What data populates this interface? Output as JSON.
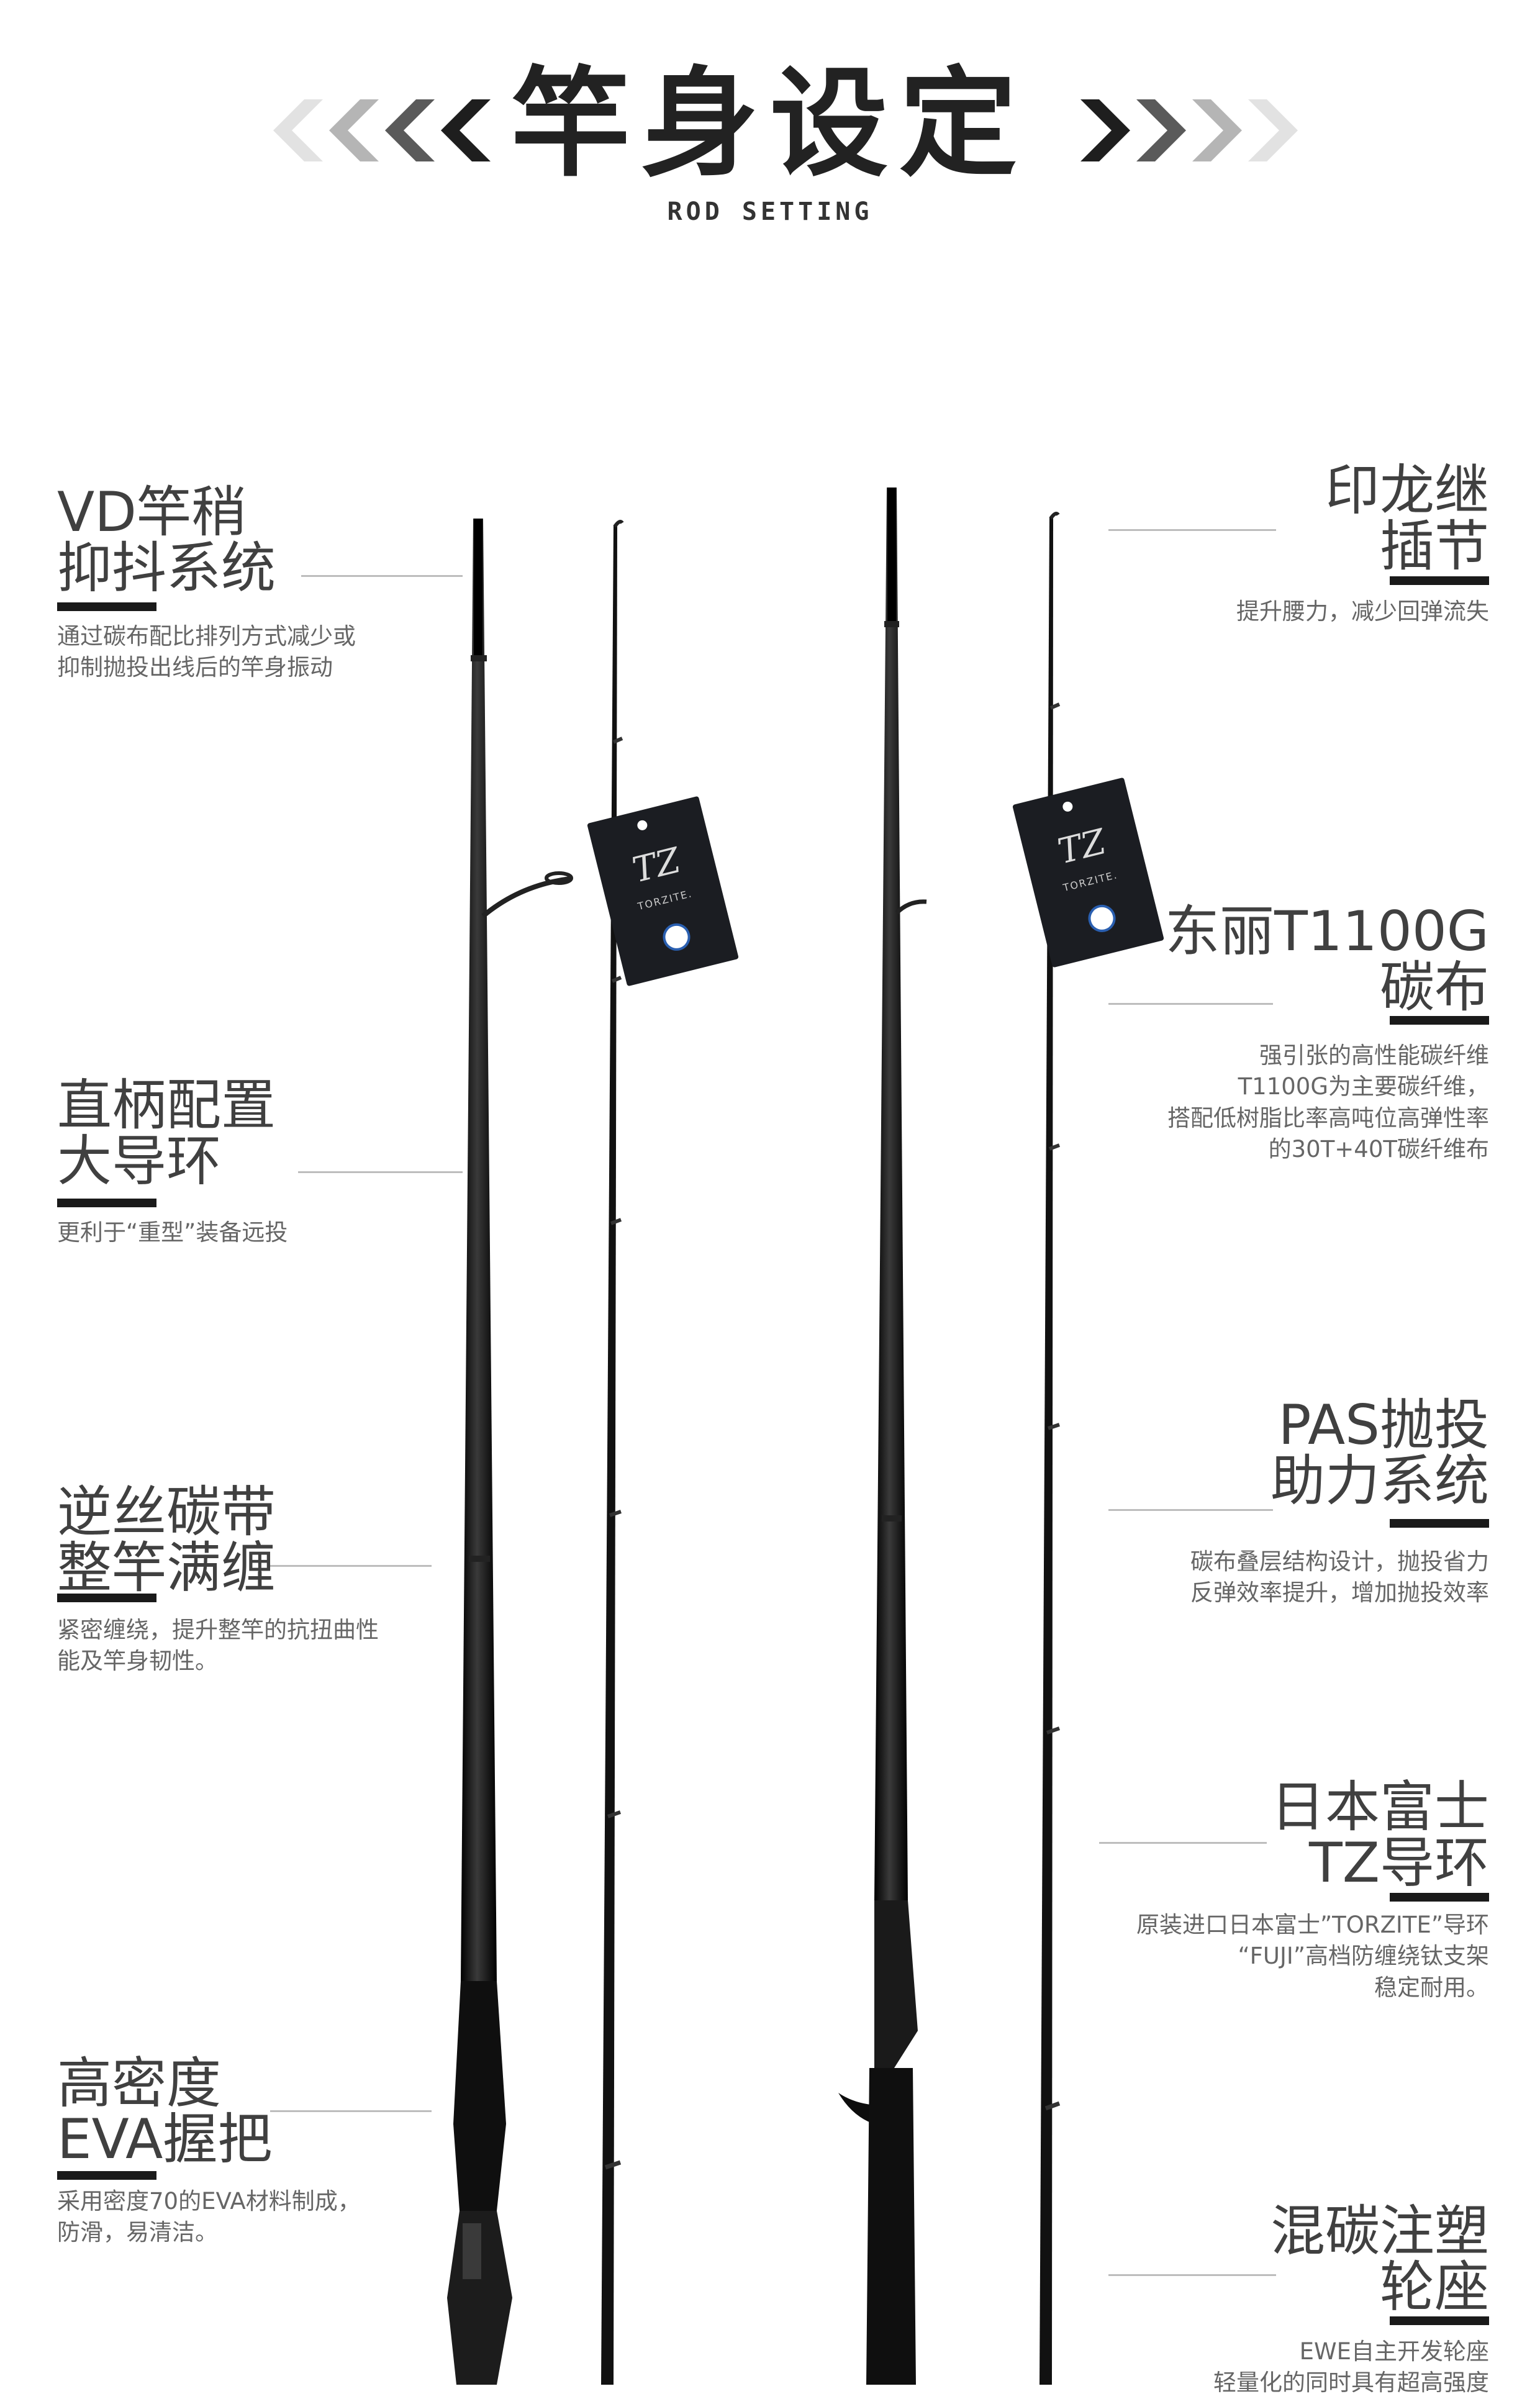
{
  "header": {
    "title": "竿身设定",
    "subtitle": "ROD SETTING",
    "chevron_left_icon": "chevron-left-icon",
    "chevron_right_icon": "chevron-right-icon"
  },
  "left_features": [
    {
      "title": "VD竿稍\n抑抖系统",
      "desc": "通过碳布配比排列方式减少或\n抑制抛投出线后的竿身振动"
    },
    {
      "title": "直柄配置\n大导环",
      "desc": "更利于“重型”装备远投"
    },
    {
      "title": "逆丝碳带\n整竿满缠",
      "desc": "紧密缠绕，提升整竿的抗扭曲性\n能及竿身韧性。"
    },
    {
      "title": "高密度\nEVA握把",
      "desc": "采用密度70的EVA材料制成，\n防滑，易清洁。"
    }
  ],
  "right_features": [
    {
      "title": "印龙继\n插节",
      "desc": "提升腰力，减少回弹流失"
    },
    {
      "title": "东丽T1100G\n碳布",
      "desc": "强引张的高性能碳纤维\nT1100G为主要碳纤维，\n搭配低树脂比率高吨位高弹性率\n的30T+40T碳纤维布"
    },
    {
      "title": "PAS抛投\n助力系统",
      "desc": "碳布叠层结构设计，抛投省力\n反弹效率提升，增加抛投效率"
    },
    {
      "title": "日本富士\nTZ导环",
      "desc": "原装进口日本富士”TORZITE”导环\n“FUJI”高档防缠绕钛支架\n稳定耐用。"
    },
    {
      "title": "混碳注塑\n轮座",
      "desc": "EWE自主开发轮座\n轻量化的同时具有超高强度"
    }
  ],
  "tags": [
    {
      "logo": "TZ",
      "brand": "TORZITE."
    },
    {
      "logo": "TZ",
      "brand": "TORZITE."
    }
  ],
  "colors": {
    "rod": "#111111",
    "accent_bar": "#1a1a1a",
    "rule": "#bdbdbd"
  }
}
